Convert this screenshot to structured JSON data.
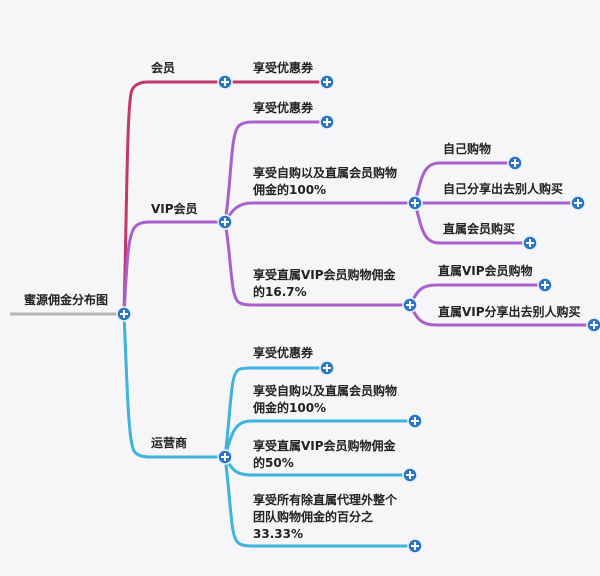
{
  "root": {
    "label": "蜜源佣金分布图"
  },
  "member": {
    "label": "会员",
    "children": [
      "享受优惠券"
    ]
  },
  "vip": {
    "label": "VIP会员",
    "coupon": "享受优惠券",
    "self_buy": {
      "line1": "享受自购以及直属会员购物",
      "line2": "佣金的100%",
      "children": [
        "自己购物",
        "自己分享出去别人购买",
        "直属会员购买"
      ]
    },
    "direct_vip": {
      "line1": "享受直属VIP会员购物佣金",
      "line2": "的16.7%",
      "children": [
        "直属VIP会员购物",
        "直属VIP分享出去别人购买"
      ]
    }
  },
  "operator": {
    "label": "运营商",
    "coupon": "享受优惠券",
    "self_buy": {
      "line1": "享受自购以及直属会员购物",
      "line2": "佣金的100%"
    },
    "direct_vip": {
      "line1": "享受直属VIP会员购物佣金",
      "line2": "的50%"
    },
    "team": {
      "line1": "享受所有除直属代理外整个",
      "line2": "团队购物佣金的百分之",
      "line3": "33.33%"
    }
  },
  "colors": {
    "member": "#c4376b",
    "vip": "#a95fcd",
    "operator": "#3db3de",
    "node": "#2b74c6"
  }
}
